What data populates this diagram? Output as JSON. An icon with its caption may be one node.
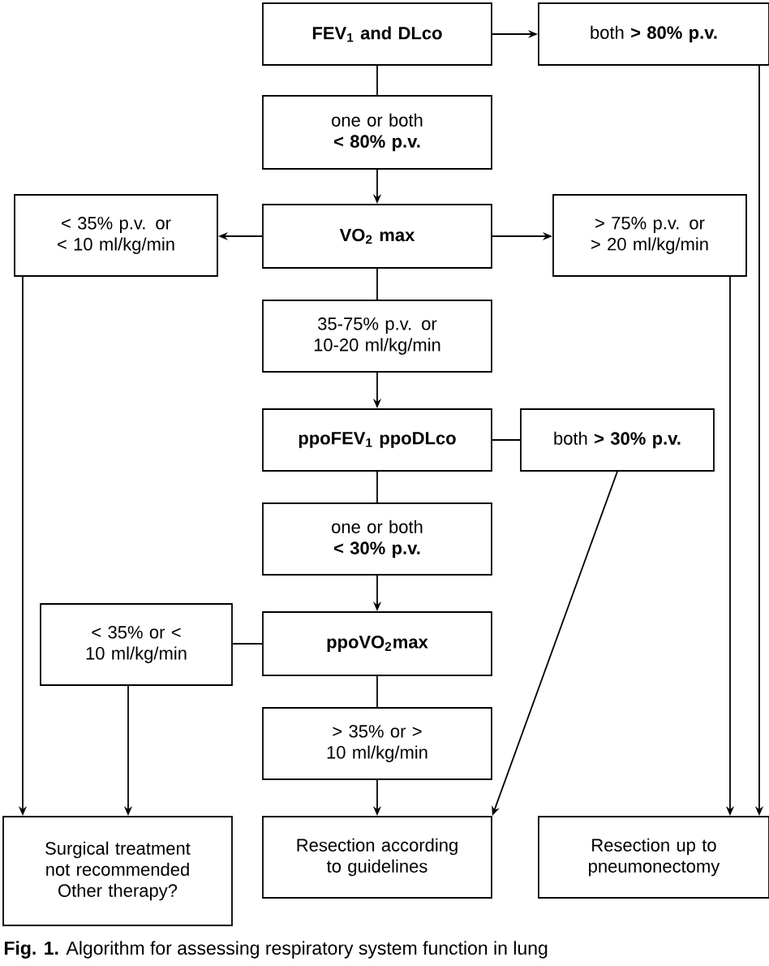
{
  "diagram": {
    "caption": "**Fig. 1.** Algorithm for assessing respiratory system function in lung",
    "nodes": [
      {
        "text": [
          "FEV$_{1}$ and DLco"
        ]
      },
      {
        "text": [
          "both **> 80% p.v.**"
        ]
      },
      {
        "text": [
          "one or both **< 80% p.v.**"
        ]
      },
      {
        "text": [
          "VO$_{2}$ max"
        ]
      },
      {
        "text": [
          "< 35% p.v. or < 10 ml/kg/min"
        ]
      },
      {
        "text": [
          "> 75% p.v. or > 20 ml/kg/min"
        ]
      },
      {
        "text": [
          "35-75% p.v. or 10-20 ml/kg/min"
        ]
      },
      {
        "text": [
          "ppoFEV$_{1}$ ppoDLco"
        ]
      },
      {
        "text": [
          "both **> 30% p.v.**"
        ]
      },
      {
        "text": [
          "one or both **< 30% p.v.**"
        ]
      },
      {
        "text": [
          "< 35% or < 10 ml/kg/min"
        ]
      },
      {
        "text": [
          "ppoVO$_{2}$max"
        ]
      },
      {
        "text": [
          "> 35% or > 10 ml/kg/min"
        ]
      },
      {
        "text": [
          "Surgical treatment not recommended Other therapy?"
        ]
      },
      {
        "text": [
          "Resection according to guidelines"
        ]
      },
      {
        "text": [
          "Resection up to pneumonectomy"
        ]
      }
    ],
    "edges": [
      {
        "from": 0,
        "to": 1,
        "arrow": "to"
      },
      {
        "from": 0,
        "to": 2,
        "arrow": "none"
      },
      {
        "from": 2,
        "to": 3,
        "arrow": "to"
      },
      {
        "from": 3,
        "to": 4,
        "arrow": "to"
      },
      {
        "from": 3,
        "to": 5,
        "arrow": "to"
      },
      {
        "from": 3,
        "to": 6,
        "arrow": "none"
      },
      {
        "from": 6,
        "to": 7,
        "arrow": "to"
      },
      {
        "from": 7,
        "to": 8,
        "arrow": "none"
      },
      {
        "from": 7,
        "to": 9,
        "arrow": "none"
      },
      {
        "from": 9,
        "to": 11,
        "arrow": "to"
      },
      {
        "from": 11,
        "to": 10,
        "arrow": "none"
      },
      {
        "from": 11,
        "to": 12,
        "arrow": "none"
      },
      {
        "from": 12,
        "to": 14,
        "arrow": "to"
      },
      {
        "from": 8,
        "to": 14,
        "arrow": "to"
      },
      {
        "from": 4,
        "to": 13,
        "arrow": "to"
      },
      {
        "from": 10,
        "to": 13,
        "arrow": "to"
      },
      {
        "from": 5,
        "to": 15,
        "arrow": "to"
      },
      {
        "from": 1,
        "to": 15,
        "arrow": "to"
      }
    ]
  }
}
